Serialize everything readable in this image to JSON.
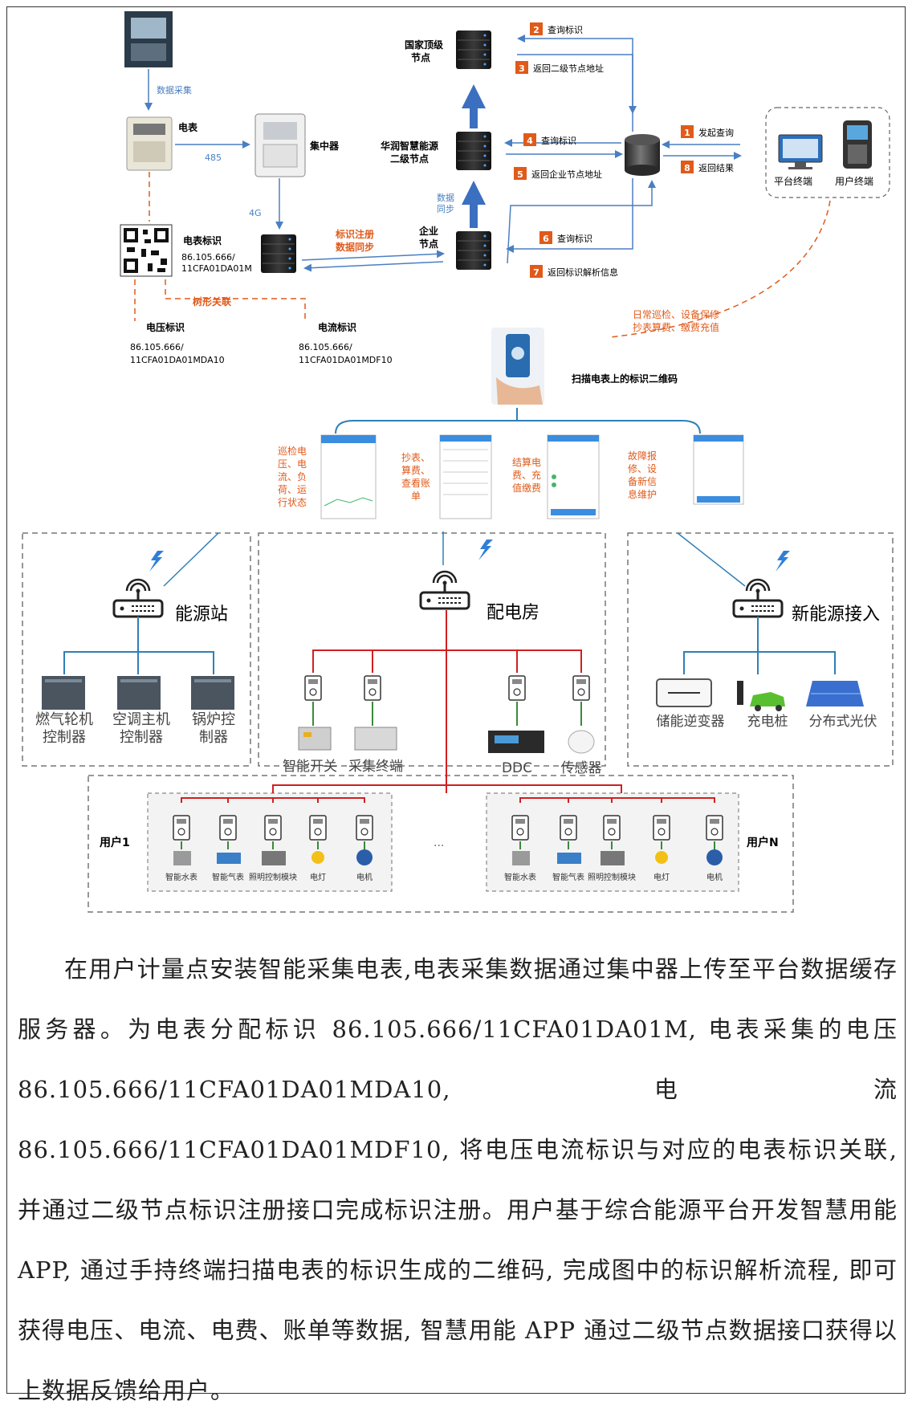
{
  "colors": {
    "blue": "#4a7fc1",
    "orange": "#e05a1a",
    "dark": "#2a2a2a",
    "green": "#3a8a3a",
    "red": "#d02020"
  },
  "top": {
    "data_collect": "数据采集",
    "meter_title": "电表",
    "concentrator_title": "集中器",
    "link_485": "485",
    "link_4g": "4G",
    "meter_id_title": "电表标识",
    "meter_id_line1": "86.105.666/",
    "meter_id_line2": "11CFA01DA01M",
    "tree_link": "树形关联",
    "voltage_title": "电压标识",
    "voltage_line1": "86.105.666/",
    "voltage_line2": "11CFA01DA01MDA10",
    "current_title": "电流标识",
    "current_line1": "86.105.666/",
    "current_line2": "11CFA01DA01MDF10",
    "register_line1": "标识注册",
    "register_line2": "数据同步",
    "enterprise_line1": "企业",
    "enterprise_line2": "节点",
    "sync_line1": "数据",
    "sync_line2": "同步",
    "secondary_line1": "华润智慧能源",
    "secondary_line2": "二级节点",
    "top_node_line1": "国家顶级",
    "top_node_line2": "节点",
    "platform_terminal": "平台终端",
    "user_terminal": "用户终端",
    "daily_line1": "日常巡检、设备保修",
    "daily_line2": "抄表算费、缴费充值",
    "scan_qr": "扫描电表上的标识二维码",
    "steps": [
      {
        "num": "1",
        "label": "发起查询"
      },
      {
        "num": "2",
        "label": "查询标识"
      },
      {
        "num": "3",
        "label": "返回二级节点地址"
      },
      {
        "num": "4",
        "label": "查询标识"
      },
      {
        "num": "5",
        "label": "返回企业节点地址"
      },
      {
        "num": "6",
        "label": "查询标识"
      },
      {
        "num": "7",
        "label": "返回标识解析信息"
      },
      {
        "num": "8",
        "label": "返回结果"
      }
    ]
  },
  "app": {
    "func1": [
      "巡检电",
      "压、电",
      "流、负",
      "荷、运",
      "行状态"
    ],
    "func2": [
      "抄表、",
      "算费、",
      "查看账",
      "单"
    ],
    "func3": [
      "结算电",
      "费、充",
      "值缴费"
    ],
    "func4": [
      "故障报",
      "修、设",
      "备新信",
      "息维护"
    ]
  },
  "zones": {
    "energy_station": "能源站",
    "distribution_room": "配电房",
    "new_energy": "新能源接入",
    "es_items": [
      [
        "燃气轮机",
        "控制器"
      ],
      [
        "空调主机",
        "控制器"
      ],
      [
        "锅炉控",
        "制器"
      ]
    ],
    "dr_items": [
      "智能开关",
      "采集终端",
      "DDC",
      "传感器"
    ],
    "ne_items": [
      "储能逆变器",
      "充电桩",
      "分布式光伏"
    ]
  },
  "users": {
    "user1": "用户1",
    "userN": "用户N",
    "ellipsis": "...",
    "devices": [
      "智能水表",
      "智能气表",
      "照明控制模块",
      "电灯",
      "电机"
    ]
  },
  "paragraph": "在用户计量点安装智能采集电表,电表采集数据通过集中器上传至平台数据缓存服务器。为电表分配标识 86.105.666/11CFA01DA01M, 电表采集的电压 86.105.666/11CFA01DA01MDA10, 电流 86.105.666/11CFA01DA01MDF10, 将电压电流标识与对应的电表标识关联, 并通过二级节点标识注册接口完成标识注册。用户基于综合能源平台开发智慧用能 APP, 通过手持终端扫描电表的标识生成的二维码, 完成图中的标识解析流程, 即可获得电压、电流、电费、账单等数据, 智慧用能 APP 通过二级节点数据接口获得以上数据反馈给用户。"
}
